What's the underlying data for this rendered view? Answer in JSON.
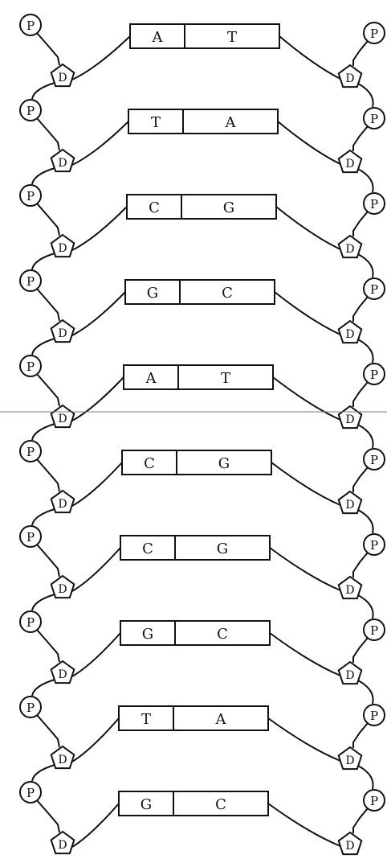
{
  "figure": {
    "header_text": "",
    "phosphate_label": "P",
    "deoxyribose_label": "D",
    "stroke_color": "#111111",
    "background_color": "#ffffff"
  },
  "base_pairs": [
    {
      "left": "A",
      "right": "T"
    },
    {
      "left": "T",
      "right": "A"
    },
    {
      "left": "C",
      "right": "G"
    },
    {
      "left": "G",
      "right": "C"
    },
    {
      "left": "A",
      "right": "T"
    },
    {
      "left": "C",
      "right": "G"
    },
    {
      "left": "C",
      "right": "G"
    },
    {
      "left": "G",
      "right": "C"
    },
    {
      "left": "T",
      "right": "A"
    },
    {
      "left": "G",
      "right": "C"
    }
  ]
}
